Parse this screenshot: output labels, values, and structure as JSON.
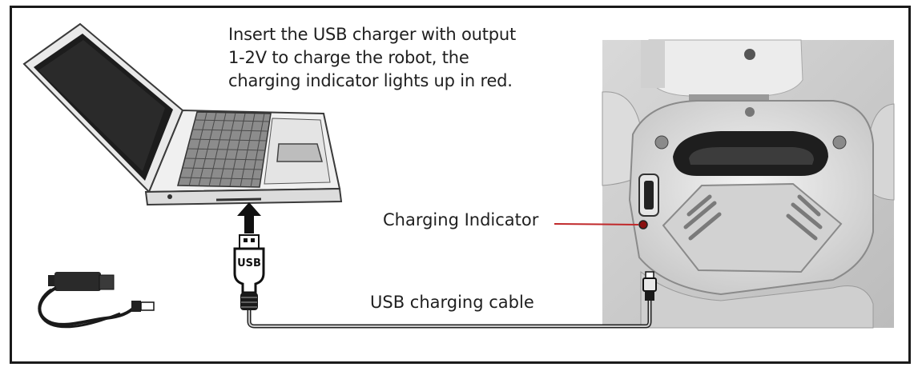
{
  "instruction_lines": [
    "Insert the USB charger with output",
    "1-2V to charge the robot, the",
    "charging indicator lights up in red."
  ],
  "labels": {
    "charging_indicator": "Charging Indicator",
    "usb_charging_cable": "USB charging cable"
  },
  "usb_plug_text": "USB",
  "colors": {
    "indicator_line": "#c0282a",
    "indicator_led": "#8a1010",
    "frame": "#1a1a1a"
  }
}
